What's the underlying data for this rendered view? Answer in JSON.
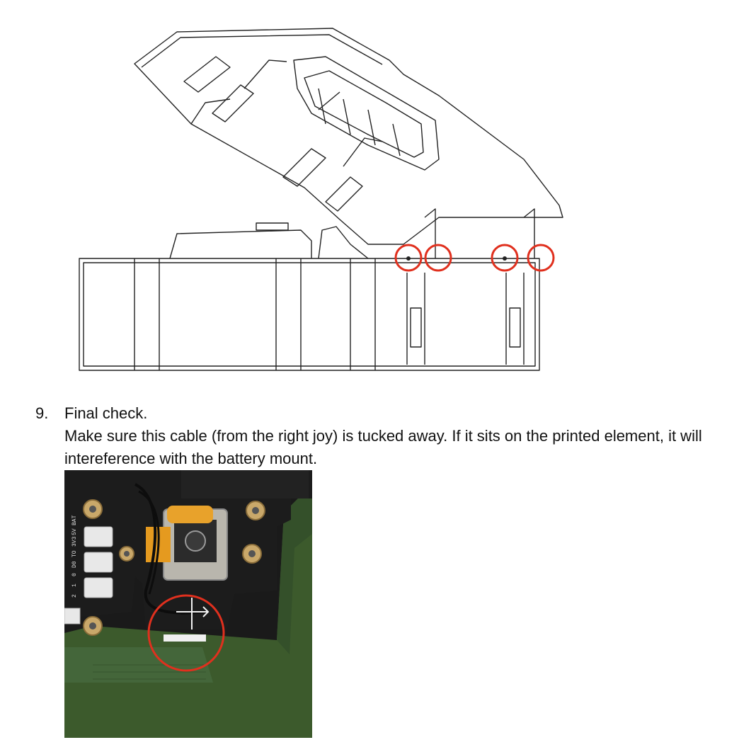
{
  "step": {
    "number": "9.",
    "title": "Final check.",
    "body": "Make sure this cable (from the right joy) is tucked away. If it sits on the printed element, it will intereference with the battery mount."
  },
  "figure_top": {
    "alt": "Line drawing of the case with the lid opening, hinge points circled in red"
  },
  "photo": {
    "alt": "Photo of the PCB inside the green printed case with the joystick connector circled in red",
    "pcb_labels": [
      "2",
      "1",
      "0",
      "D0",
      "TO",
      "3V3",
      "5V",
      "BAT"
    ]
  },
  "colors": {
    "highlight": "#e0301e",
    "case_green": "#3c5a2c",
    "pcb": "#1c1c1c"
  }
}
